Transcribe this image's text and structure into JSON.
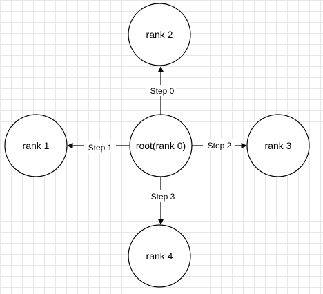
{
  "diagram": {
    "nodes": {
      "root": "root(rank 0)",
      "rank1": "rank 1",
      "rank2": "rank 2",
      "rank3": "rank 3",
      "rank4": "rank 4"
    },
    "edges": [
      {
        "from": "root",
        "to": "rank2",
        "label": "Step 0"
      },
      {
        "from": "root",
        "to": "rank1",
        "label": "Step 1"
      },
      {
        "from": "root",
        "to": "rank3",
        "label": "Step 2"
      },
      {
        "from": "root",
        "to": "rank4",
        "label": "Step 3"
      }
    ]
  }
}
